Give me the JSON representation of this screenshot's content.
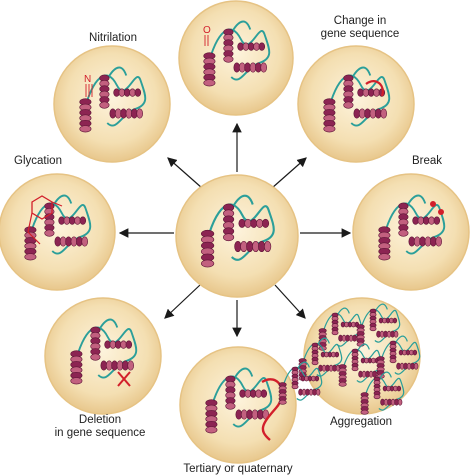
{
  "labels": {
    "nitrilation": "Nitrilation",
    "change_line1": "Change in",
    "change_line2": "gene sequence",
    "glycation": "Glycation",
    "break": "Break",
    "deletion_line1": "Deletion",
    "deletion_line2": "in gene sequence",
    "aggregation": "Aggregation",
    "tertiary": "Tertiary or quaternary",
    "nitro_symbol": "N",
    "oxo_symbol": "O"
  },
  "colors": {
    "cell_fill": "#f3ddb0",
    "cell_rim": "#e6c384",
    "helix": "#8c2452",
    "helix_light": "#c2607f",
    "coil": "#2b9f9a",
    "modification": "#d21f2b",
    "arrow": "#1a1a1a"
  },
  "icons": {
    "arrow": "arrow-head-icon",
    "modification_mark": "cross-mark-icon"
  }
}
